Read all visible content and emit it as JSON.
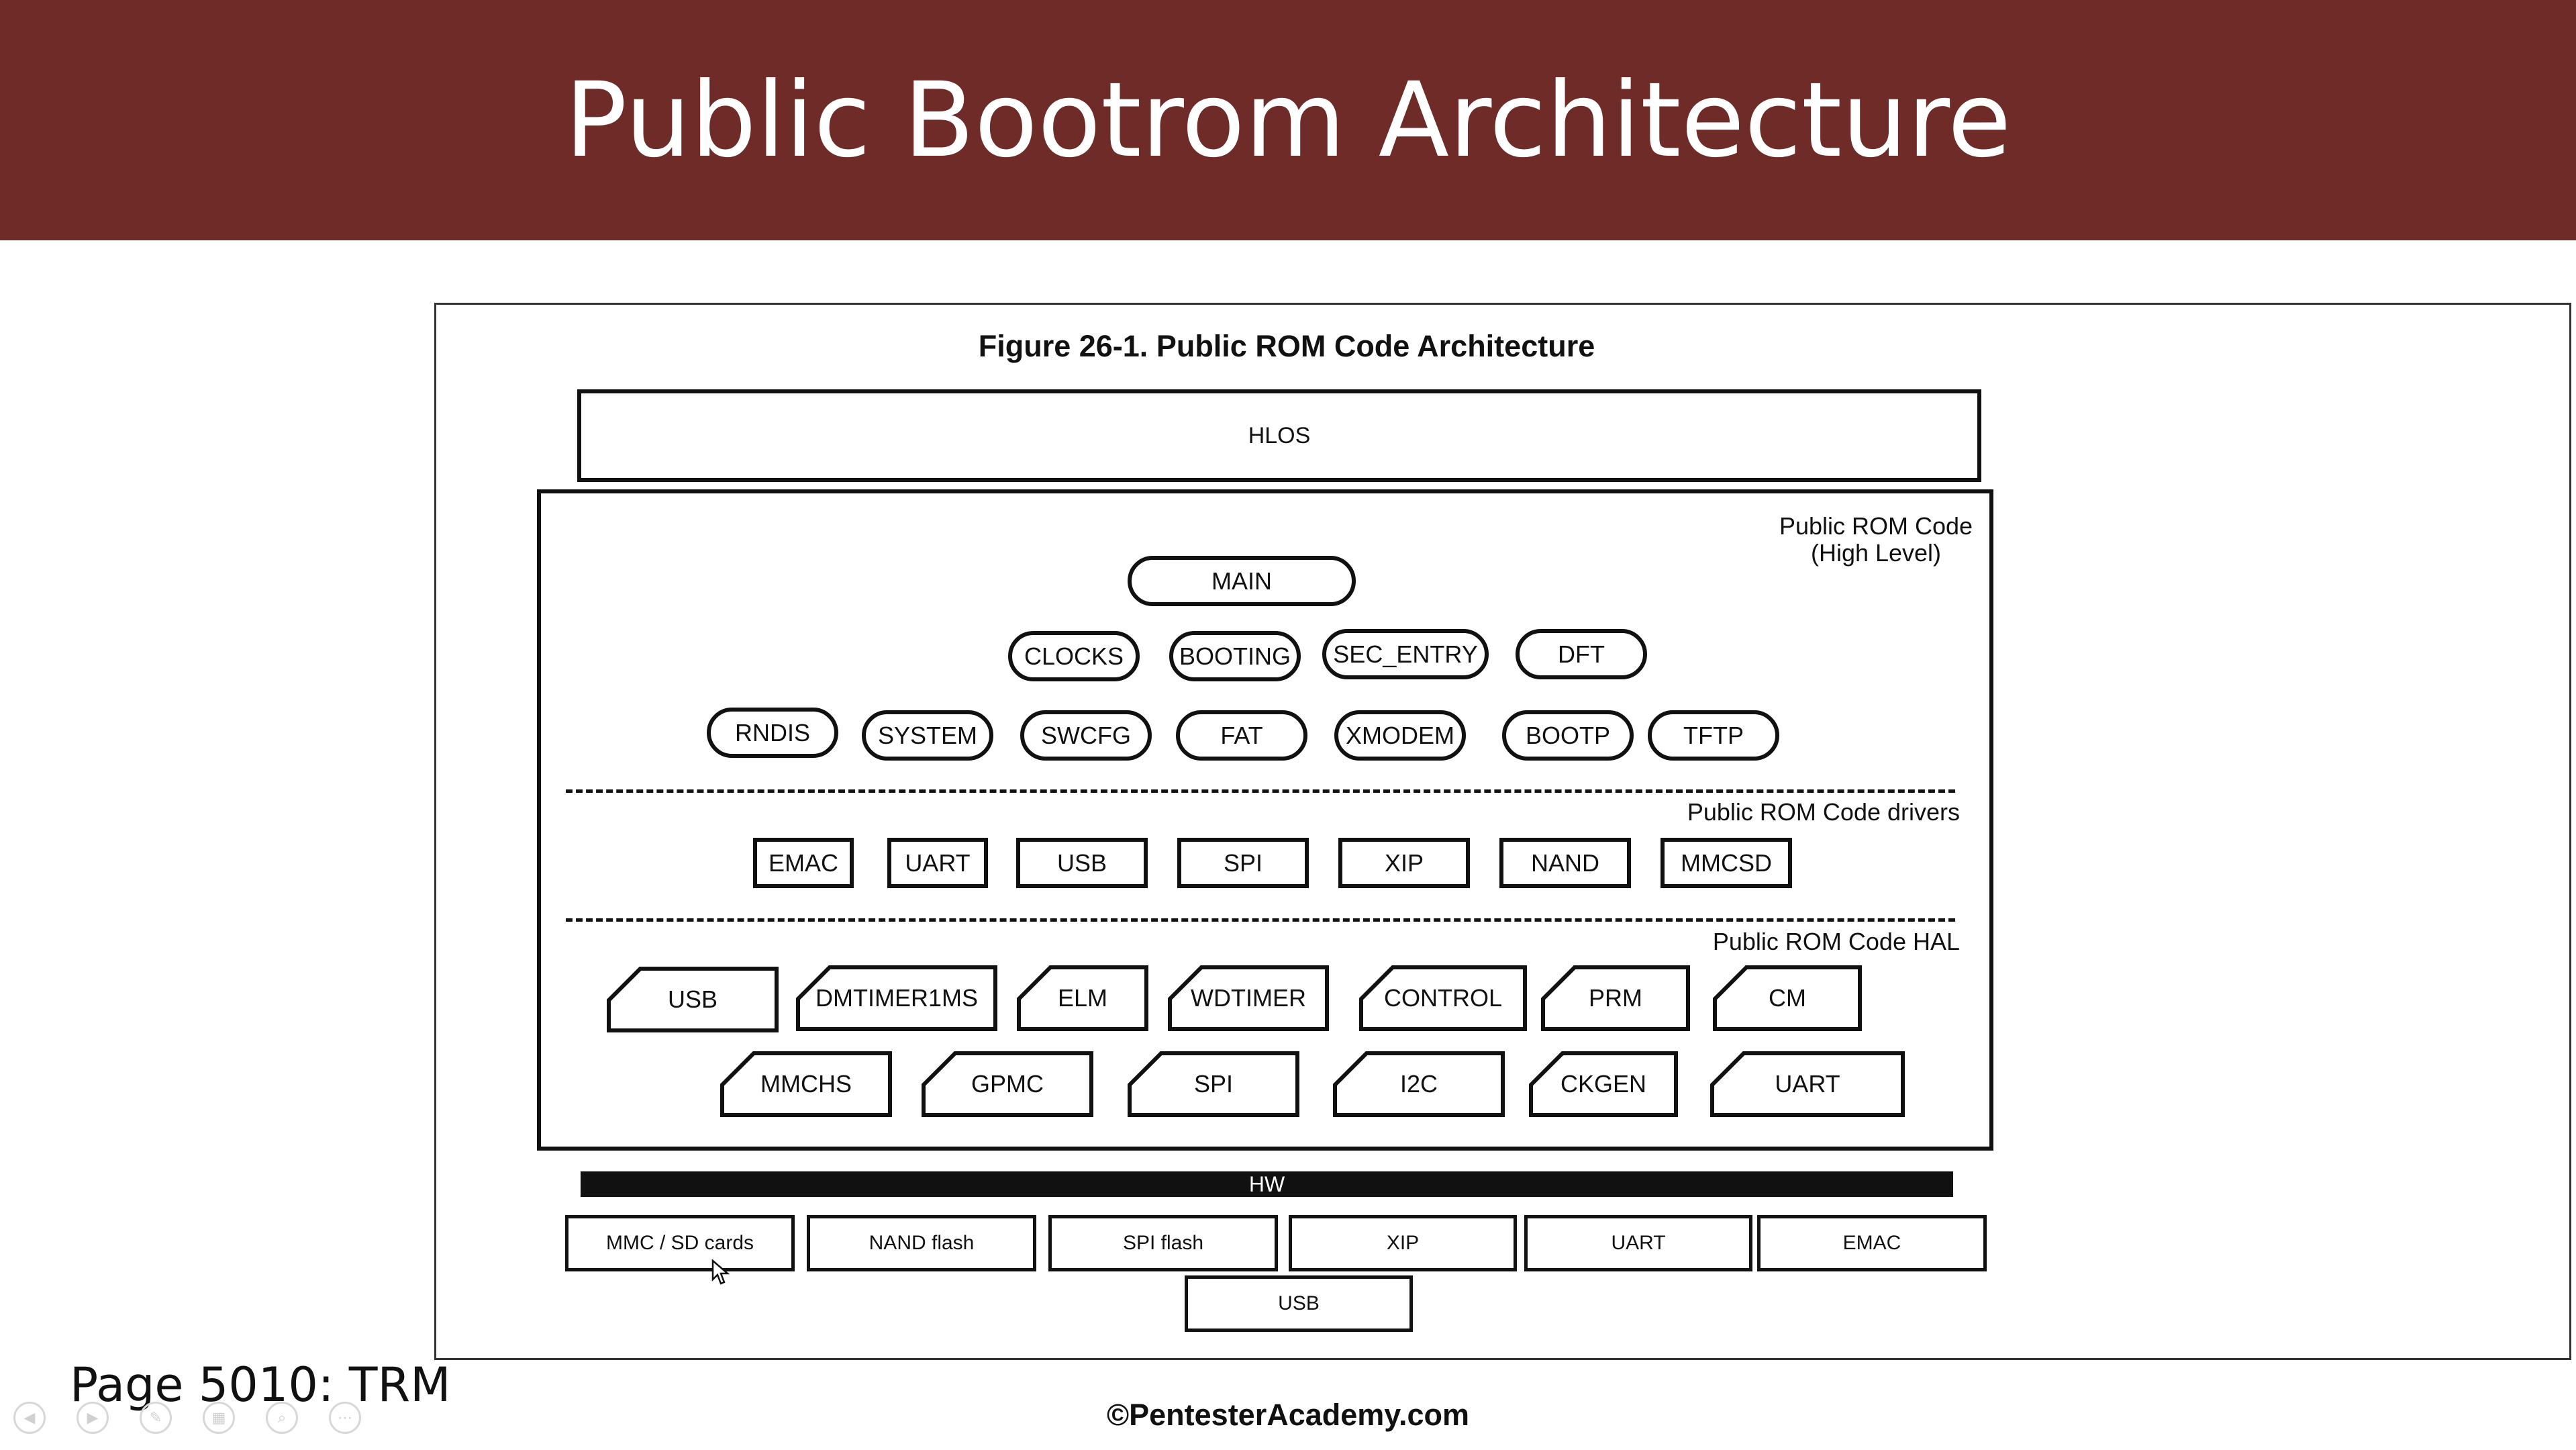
{
  "slide": {
    "title": "Public Bootrom Architecture",
    "page_label": "Page 5010: TRM",
    "copyright": "©PentesterAcademy.com"
  },
  "figure": {
    "title": "Figure 26-1. Public ROM Code Architecture",
    "hlos": "HLOS",
    "high_level_label_1": "Public ROM Code",
    "high_level_label_2": "(High Level)",
    "main": "MAIN",
    "row2": [
      "CLOCKS",
      "BOOTING",
      "SEC_ENTRY",
      "DFT"
    ],
    "row3": [
      "RNDIS",
      "SYSTEM",
      "SWCFG",
      "FAT",
      "XMODEM",
      "BOOTP",
      "TFTP"
    ],
    "drivers_label": "Public ROM Code drivers",
    "drivers": [
      "EMAC",
      "UART",
      "USB",
      "SPI",
      "XIP",
      "NAND",
      "MMCSD"
    ],
    "hal_label": "Public ROM Code HAL",
    "hal_row1": [
      "USB",
      "DMTIMER1MS",
      "ELM",
      "WDTIMER",
      "CONTROL",
      "PRM",
      "CM"
    ],
    "hal_row2": [
      "MMCHS",
      "GPMC",
      "SPI",
      "I2C",
      "CKGEN",
      "UART"
    ],
    "hw": "HW",
    "hw_devices": [
      "MMC / SD cards",
      "NAND flash",
      "SPI flash",
      "XIP",
      "UART",
      "EMAC"
    ],
    "hw_usb": "USB"
  },
  "colors": {
    "banner": "#6e2b28",
    "ink": "#111111"
  },
  "nav_icons": [
    "back-icon",
    "play-icon",
    "pen-icon",
    "slides-icon",
    "zoom-icon",
    "more-icon"
  ]
}
